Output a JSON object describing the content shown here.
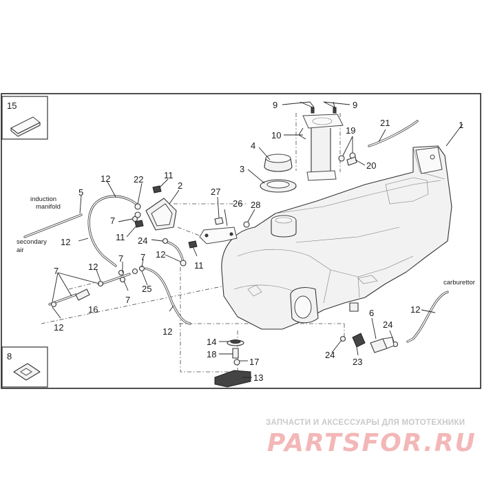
{
  "callouts": [
    "1",
    "2",
    "3",
    "4",
    "5",
    "6",
    "7",
    "8",
    "9",
    "10",
    "11",
    "12",
    "13",
    "14",
    "15",
    "16",
    "17",
    "18",
    "19",
    "20",
    "21",
    "22",
    "23",
    "24",
    "25",
    "26",
    "27",
    "28"
  ],
  "annotations": {
    "induction_line1": "induction",
    "induction_line2": "manifold",
    "secondary_line1": "secondary",
    "secondary_line2": "air",
    "carburettor": "carburettor"
  },
  "watermark": {
    "tagline": "ЗАПЧАСТИ И АКСЕССУАРЫ ДЛЯ МОТОТЕХНИКИ",
    "brand": "PARTSFOR.RU",
    "color": "#f3b7b7"
  }
}
